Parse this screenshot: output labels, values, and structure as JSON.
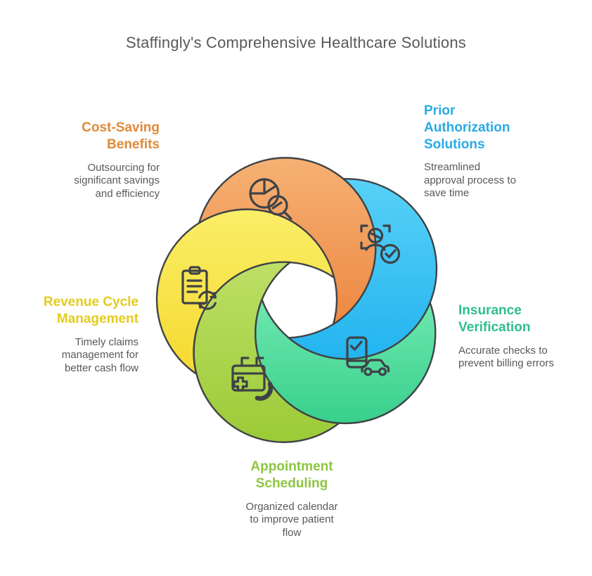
{
  "title": "Staffingly's Comprehensive Healthcare Solutions",
  "text_color": "#58595B",
  "diagram": {
    "outline_color": "#3F4347",
    "icon_color": "#3E4247",
    "center_hole_color": "#FFFFFF",
    "segments": [
      {
        "name": "cost-saving-benefits",
        "heading": "Cost-Saving\nBenefits",
        "description": "Outsourcing for\nsignificant savings\nand efficiency",
        "heading_color": "#E08A38",
        "petal_color_light": "#F6B173",
        "petal_color_dark": "#ED8843",
        "icon": "pie-chart-magnifier-icon"
      },
      {
        "name": "prior-authorization-solutions",
        "heading": "Prior\nAuthorization\nSolutions",
        "description": "Streamlined\napproval process to\nsave time",
        "heading_color": "#29ABE2",
        "petal_color_light": "#58D1F7",
        "petal_color_dark": "#23B4EF",
        "icon": "patient-scan-approval-icon"
      },
      {
        "name": "insurance-verification",
        "heading": "Insurance\nVerification",
        "description": "Accurate checks to\nprevent billing errors",
        "heading_color": "#2FBF8A",
        "petal_color_light": "#6FE7B0",
        "petal_color_dark": "#38D08C",
        "icon": "insurance-card-vehicle-icon"
      },
      {
        "name": "appointment-scheduling",
        "heading": "Appointment\nScheduling",
        "description": "Organized calendar\nto improve patient\nflow",
        "heading_color": "#8CC63F",
        "petal_color_light": "#BEDF66",
        "petal_color_dark": "#9BCB37",
        "icon": "calendar-phone-icon"
      },
      {
        "name": "revenue-cycle-management",
        "heading": "Revenue Cycle\nManagement",
        "description": "Timely claims\nmanagement for\nbetter cash flow",
        "heading_color": "#E3CC1E",
        "petal_color_light": "#FAEE68",
        "petal_color_dark": "#F5DA2F",
        "icon": "clipboard-refresh-icon"
      }
    ]
  }
}
